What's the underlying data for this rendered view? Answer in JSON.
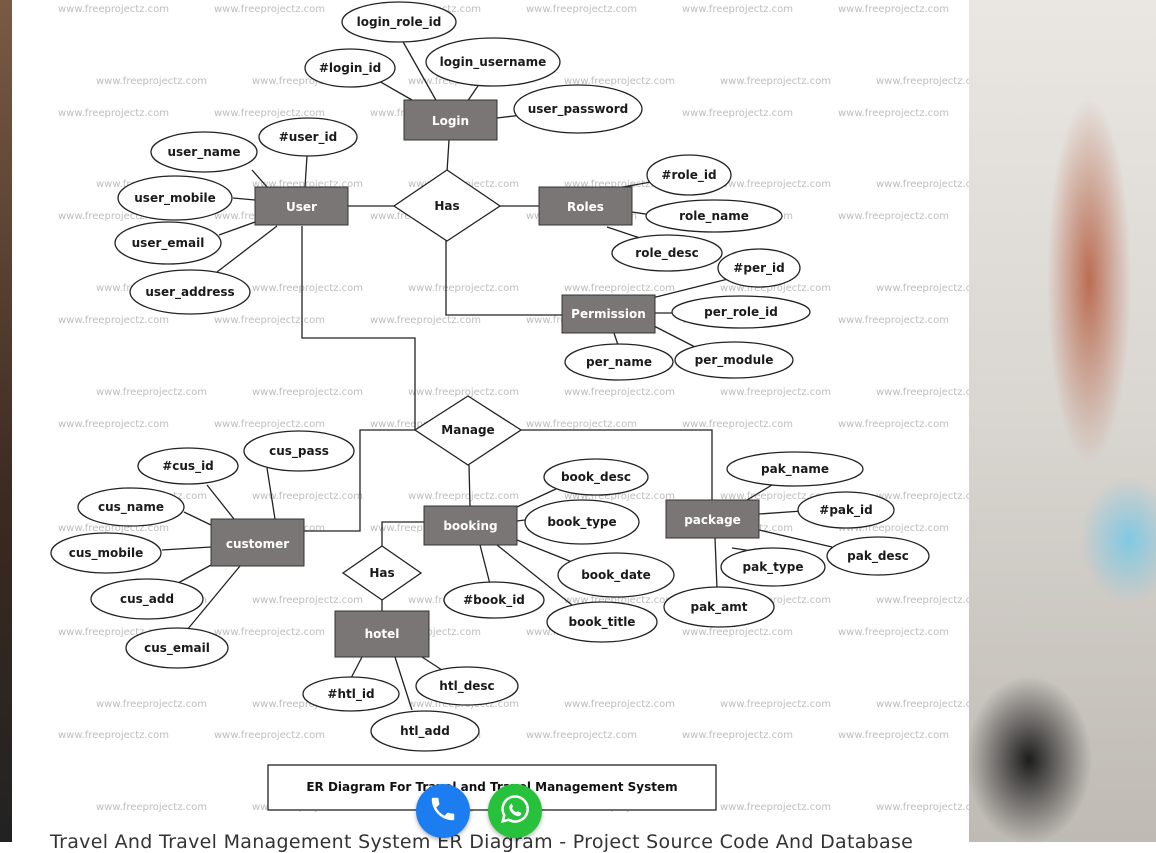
{
  "watermark": "www.freeprojectz.com",
  "diagram": {
    "title": "ER Diagram For Travel and Travel Management System",
    "entities": {
      "login": "Login",
      "user": "User",
      "roles": "Roles",
      "permission": "Permission",
      "customer": "customer",
      "booking": "booking",
      "package": "package",
      "hotel": "hotel"
    },
    "relationships": {
      "has_top": "Has",
      "manage": "Manage",
      "has_hotel": "Has"
    },
    "attributes": {
      "login_role_id": "login_role_id",
      "login_id": "#login_id",
      "login_username": "login_username",
      "user_password": "user_password",
      "user_id": "#user_id",
      "user_name": "user_name",
      "user_mobile": "user_mobile",
      "user_email": "user_email",
      "user_address": "user_address",
      "role_id": "#role_id",
      "role_name": "role_name",
      "role_desc": "role_desc",
      "per_id": "#per_id",
      "per_role_id": "per_role_id",
      "per_module": "per_module",
      "per_name": "per_name",
      "cus_pass": "cus_pass",
      "cus_id": "#cus_id",
      "cus_name": "cus_name",
      "cus_mobile": "cus_mobile",
      "cus_add": "cus_add",
      "cus_email": "cus_email",
      "book_desc": "book_desc",
      "book_type": "book_type",
      "book_date": "book_date",
      "book_id": "#book_id",
      "book_title": "book_title",
      "pak_name": "pak_name",
      "pak_id": "#pak_id",
      "pak_desc": "pak_desc",
      "pak_type": "pak_type",
      "pak_amt": "pak_amt",
      "htl_id": "#htl_id",
      "htl_desc": "htl_desc",
      "htl_add": "htl_add"
    }
  },
  "caption": "Travel And Travel Management System ER Diagram - Project Source Code And Database",
  "colors": {
    "entity_fill": "#7a7676",
    "call_button": "#1b7df0",
    "whatsapp_button": "#27c13c"
  },
  "icons": {
    "call": "phone-icon",
    "whatsapp": "whatsapp-icon"
  }
}
